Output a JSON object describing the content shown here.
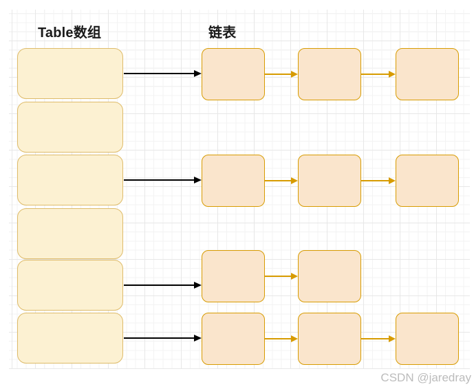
{
  "titles": {
    "table": "Table数组",
    "list": "链表"
  },
  "watermark": "CSDN @jaredray",
  "colors": {
    "table_slot_fill": "#FCF1D2",
    "table_slot_stroke": "#DEBB69",
    "list_node_fill": "#FAE5CC",
    "list_node_stroke": "#D79B00",
    "link_arrow": "#D79B00",
    "table_arrow": "#000000",
    "grid_minor": "#F3F3F3",
    "grid_major": "#E7E7E7",
    "watermark_text": "#BCBCBC"
  },
  "diagram": {
    "type": "hash-table-separate-chaining",
    "table_slot_count": 6,
    "chains": [
      {
        "from_slot": 1,
        "node_count": 3
      },
      {
        "from_slot": 3,
        "node_count": 3
      },
      {
        "from_slot": 5,
        "node_count": 2
      },
      {
        "from_slot": 6,
        "node_count": 3
      }
    ]
  }
}
